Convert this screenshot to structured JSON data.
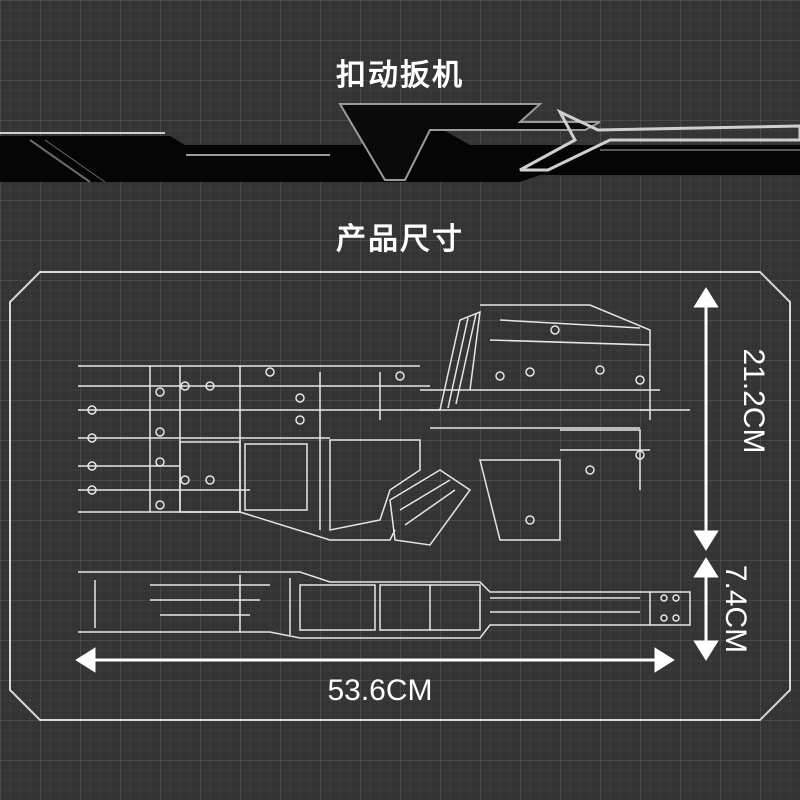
{
  "header": {
    "title": "扣动扳机"
  },
  "section": {
    "title": "产品尺寸"
  },
  "dimensions": {
    "height": "21.2CM",
    "width": "7.4CM",
    "length": "53.6CM"
  },
  "colors": {
    "background": "#343434",
    "line": "#ffffff",
    "banner": "#050505"
  }
}
